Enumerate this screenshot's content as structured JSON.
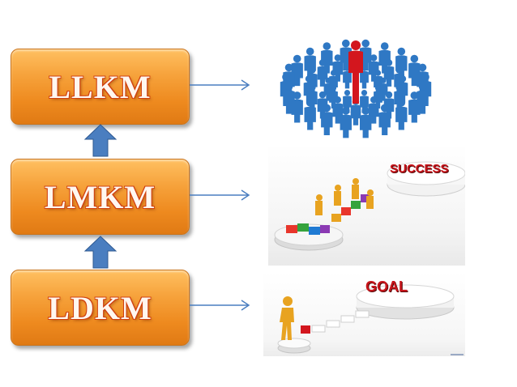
{
  "levels": [
    {
      "label": "LLKM"
    },
    {
      "label": "LMKM"
    },
    {
      "label": "LDKM"
    }
  ],
  "illustrations": {
    "success_label": "SUCCESS",
    "goal_label": "GOAL"
  },
  "colors": {
    "box_orange": "#ee8a1f",
    "arrow_blue": "#4a7ec0",
    "crowd_blue": "#2f78c4",
    "leader_red": "#d3161e",
    "puzzle_gold": "#e8a320"
  }
}
